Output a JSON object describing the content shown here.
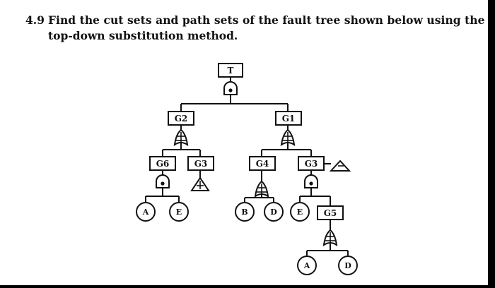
{
  "problem": {
    "number": "4.9",
    "line1": "Find the cut sets and path sets of the fault tree shown below using the",
    "line2": "top-down substitution method."
  },
  "tree": {
    "top": "T",
    "g2": "G2",
    "g1": "G1",
    "g6": "G6",
    "g3_left": "G3",
    "g4": "G4",
    "g3_right": "G3",
    "g5": "G5",
    "event_a1": "A",
    "event_e1": "E",
    "event_b": "B",
    "event_d1": "D",
    "event_e2": "E",
    "event_a2": "A",
    "event_d2": "D"
  }
}
